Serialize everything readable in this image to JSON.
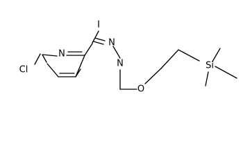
{
  "diagram": {
    "atoms": {
      "iodine": "I",
      "pyrazole_nitrogen_upper": "N",
      "pyrazole_nitrogen_lower": "N",
      "pyridine_nitrogen": "N",
      "chlorine": "Cl",
      "oxygen": "O",
      "silicon": "Si"
    }
  },
  "colors": {
    "ink": "#000000",
    "background": "#ffffff"
  }
}
